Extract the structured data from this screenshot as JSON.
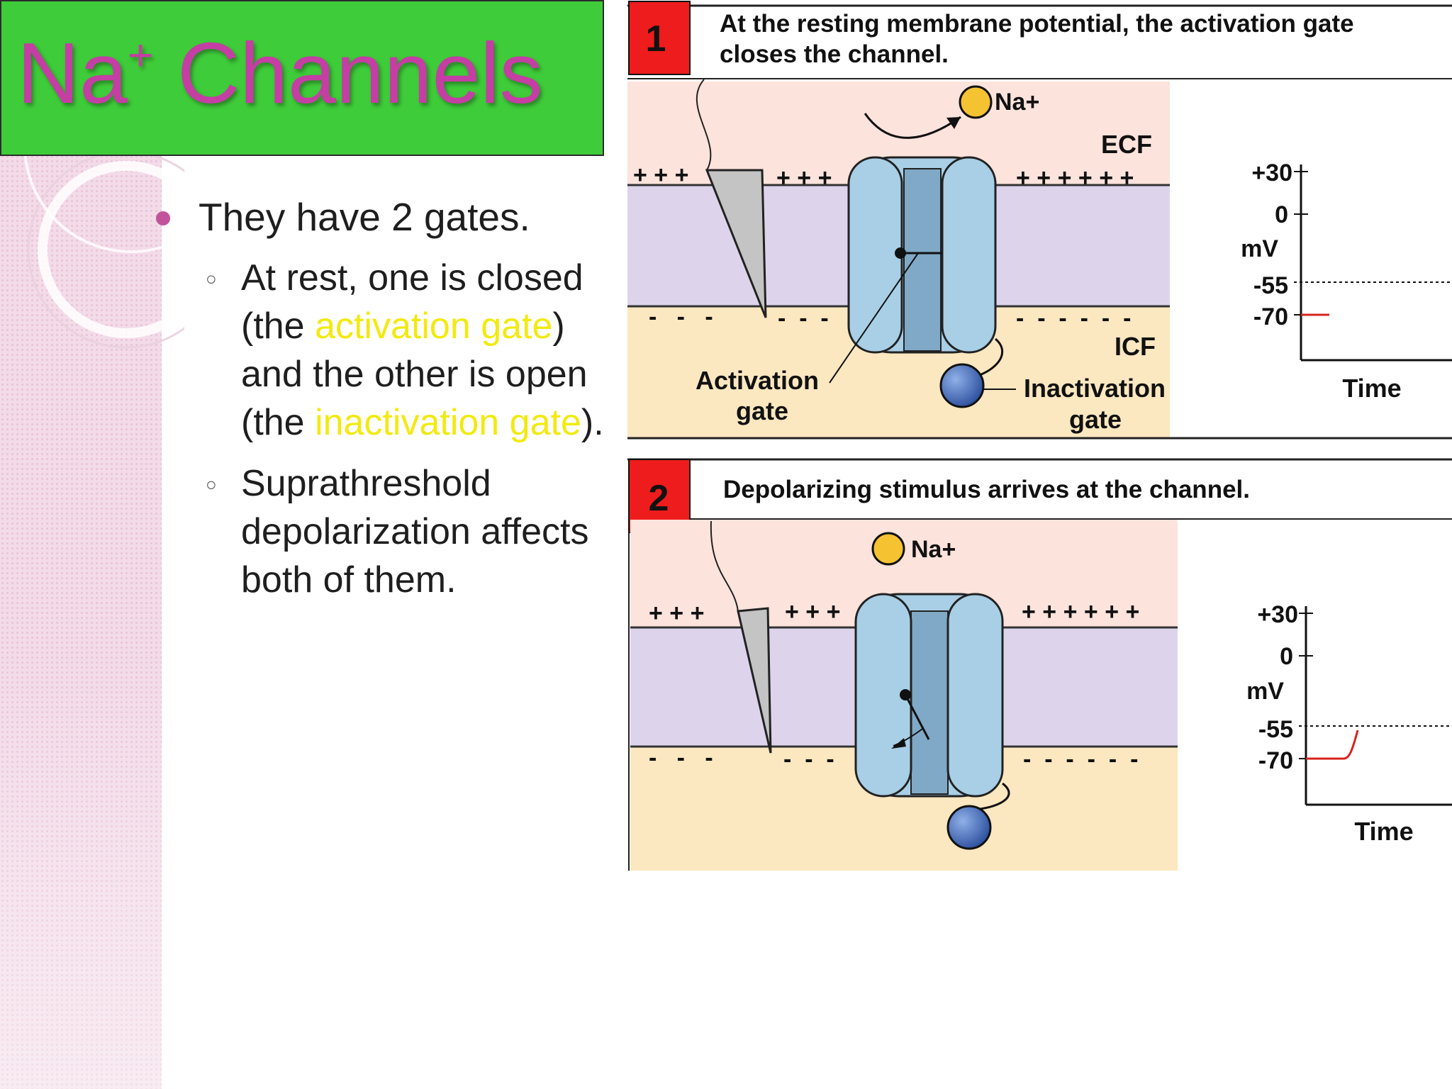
{
  "slide": {
    "title_main": "Na",
    "title_sup": "+",
    "title_rest": " Channels",
    "bullet1": "They have 2 gates.",
    "sub1": {
      "part1": "At rest, one is closed (the ",
      "hl1": "activation gate",
      "part2": ") and the other is open (the ",
      "hl2": "inactivation gate",
      "part3": ")."
    },
    "sub2": "Suprathreshold depolarization affects both of them."
  },
  "diagram": {
    "panel1": {
      "number": "1",
      "caption_line1": "At the resting membrane potential, the activation gate",
      "caption_line2": "closes the channel.",
      "ion_label": "Na+",
      "ecf_label": "ECF",
      "icf_label": "ICF",
      "activation_label_1": "Activation",
      "activation_label_2": "gate",
      "inactivation_label_1": "Inactivation",
      "inactivation_label_2": "gate",
      "plus_left": "+ + +",
      "plus_mid": "+ + +",
      "plus_right": "+ + + + + +",
      "minus_left": "-   -   -",
      "minus_mid": "-  -  -",
      "minus_right": "-  -  -  -  -  -",
      "ticks": [
        "+30",
        "0",
        "-55",
        "-70"
      ],
      "unit": "mV",
      "x_label": "Time"
    },
    "panel2": {
      "number": "2",
      "caption": "Depolarizing stimulus arrives at the channel.",
      "ion_label": "Na+",
      "plus_left": "+ + +",
      "plus_mid": "+ + +",
      "plus_right": "+ + + + + +",
      "minus_left": "-   -   -",
      "minus_mid": "-  -  -",
      "minus_right": "-  -  -  -  -  -",
      "ticks": [
        "+30",
        "0",
        "-55",
        "-70"
      ],
      "unit": "mV",
      "x_label": "Time"
    },
    "colors": {
      "ecf": "#fce3dc",
      "icf": "#fbe7c0",
      "membrane": "#ddd4ec",
      "channel": "#a8cfe6",
      "channel_dark": "#7fa9c6",
      "ion": "#f5c332",
      "ball": "#3f67b8",
      "badge": "#ee1c1c",
      "trace": "#d9231b"
    }
  }
}
